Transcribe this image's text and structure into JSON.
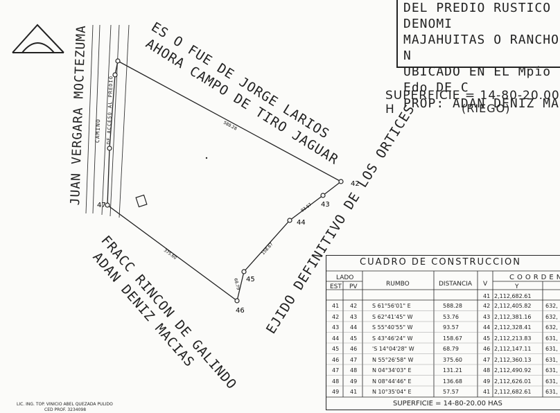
{
  "title_block": {
    "lines": [
      "DEL PREDIO RUSTICO DENOMI",
      "MAJAHUITAS O RANCHO N",
      "UBICADO EN EL Mpio Y Edo DE C",
      "PROP: ADAN DENIZ MAC"
    ]
  },
  "superficie": {
    "text": "SUPERFICIE = 14-80-20.00 H",
    "riego": "(RIEGO)"
  },
  "boundaries": {
    "north_1": "ES O FUE DE JORGE LARIOS",
    "north_2": "AHORA CAMPO DE TIRO JAGUAR",
    "west": "JUAN VERGARA MOCTEZUMA",
    "southwest_1": "FRACC RINCON DE GALINDO",
    "southwest_2": "ADAN DENIZ MACIAS",
    "east": "EJIDO DEFINITIVO DE LOS ORTICES",
    "road_1": "CAMINO",
    "road_2": "DE ACCESO AL PREDIO"
  },
  "vertices": [
    "42",
    "43",
    "44",
    "45",
    "46",
    "47"
  ],
  "side_distances": [
    "588.28",
    "375.60",
    "93.57",
    "158.67",
    "68.79"
  ],
  "table": {
    "title": "CUADRO DE CONSTRUCCION",
    "coord_title": "COORDENA",
    "headers": {
      "lado": "LADO",
      "est": "EST",
      "pv": "PV",
      "rumbo": "RUMBO",
      "distancia": "DISTANCIA",
      "v": "V",
      "y": "Y"
    },
    "first_row": {
      "v": "41",
      "y": "2,112,682.61"
    },
    "rows": [
      {
        "est": "41",
        "pv": "42",
        "rumbo": "S 61°56'01\" E",
        "dist": "588.28",
        "v": "42",
        "y": "2,112,405.82",
        "x": "632,"
      },
      {
        "est": "42",
        "pv": "43",
        "rumbo": "S 62°41'45\" W",
        "dist": "53.76",
        "v": "43",
        "y": "2,112,381.16",
        "x": "632,"
      },
      {
        "est": "43",
        "pv": "44",
        "rumbo": "S 55°40'55\" W",
        "dist": "93.57",
        "v": "44",
        "y": "2,112,328.41",
        "x": "632,"
      },
      {
        "est": "44",
        "pv": "45",
        "rumbo": "S 43°46'24\" W",
        "dist": "158.67",
        "v": "45",
        "y": "2,112,213.83",
        "x": "631,"
      },
      {
        "est": "45",
        "pv": "46",
        "rumbo": "'S 14°04'28\" W",
        "dist": "68.79",
        "v": "46",
        "y": "2,112,147.11",
        "x": "631,"
      },
      {
        "est": "46",
        "pv": "47",
        "rumbo": "N 55°26'58\" W",
        "dist": "375.60",
        "v": "47",
        "y": "2,112,360.13",
        "x": "631,"
      },
      {
        "est": "47",
        "pv": "48",
        "rumbo": "N 04°34'03\" E",
        "dist": "131.21",
        "v": "48",
        "y": "2,112,490.92",
        "x": "631,"
      },
      {
        "est": "48",
        "pv": "49",
        "rumbo": "N 08°44'46\" E",
        "dist": "136.68",
        "v": "49",
        "y": "2,112,626.01",
        "x": "631,"
      },
      {
        "est": "49",
        "pv": "41",
        "rumbo": "N 10°35'04\" E",
        "dist": "57.57",
        "v": "41",
        "y": "2,112,682.61",
        "x": "631,"
      }
    ],
    "footer": "SUPERFICIE = 14-80-20.00 HAS"
  },
  "credit": {
    "line1": "LIC. ING. TOP. VINICIO ABEL QUEZADA PULIDO",
    "line2": "CED PROF. 3234098"
  }
}
